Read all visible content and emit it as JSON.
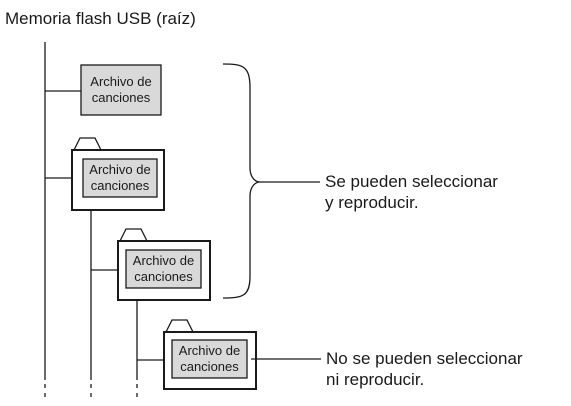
{
  "root": {
    "title": "Memoria flash USB (raíz)"
  },
  "folders": [
    {
      "label": "Archivo de canciones"
    },
    {
      "label": "Archivo de canciones"
    },
    {
      "label": "Archivo de canciones"
    },
    {
      "label": "Archivo de canciones"
    }
  ],
  "notes": {
    "playable": "Se pueden seleccionar\ny reproducir.",
    "not_playable": "No se pueden seleccionar\nni reproducir."
  },
  "colors": {
    "line": "#1a1a1a",
    "file_fill": "#d9d9d9",
    "background": "#ffffff"
  }
}
